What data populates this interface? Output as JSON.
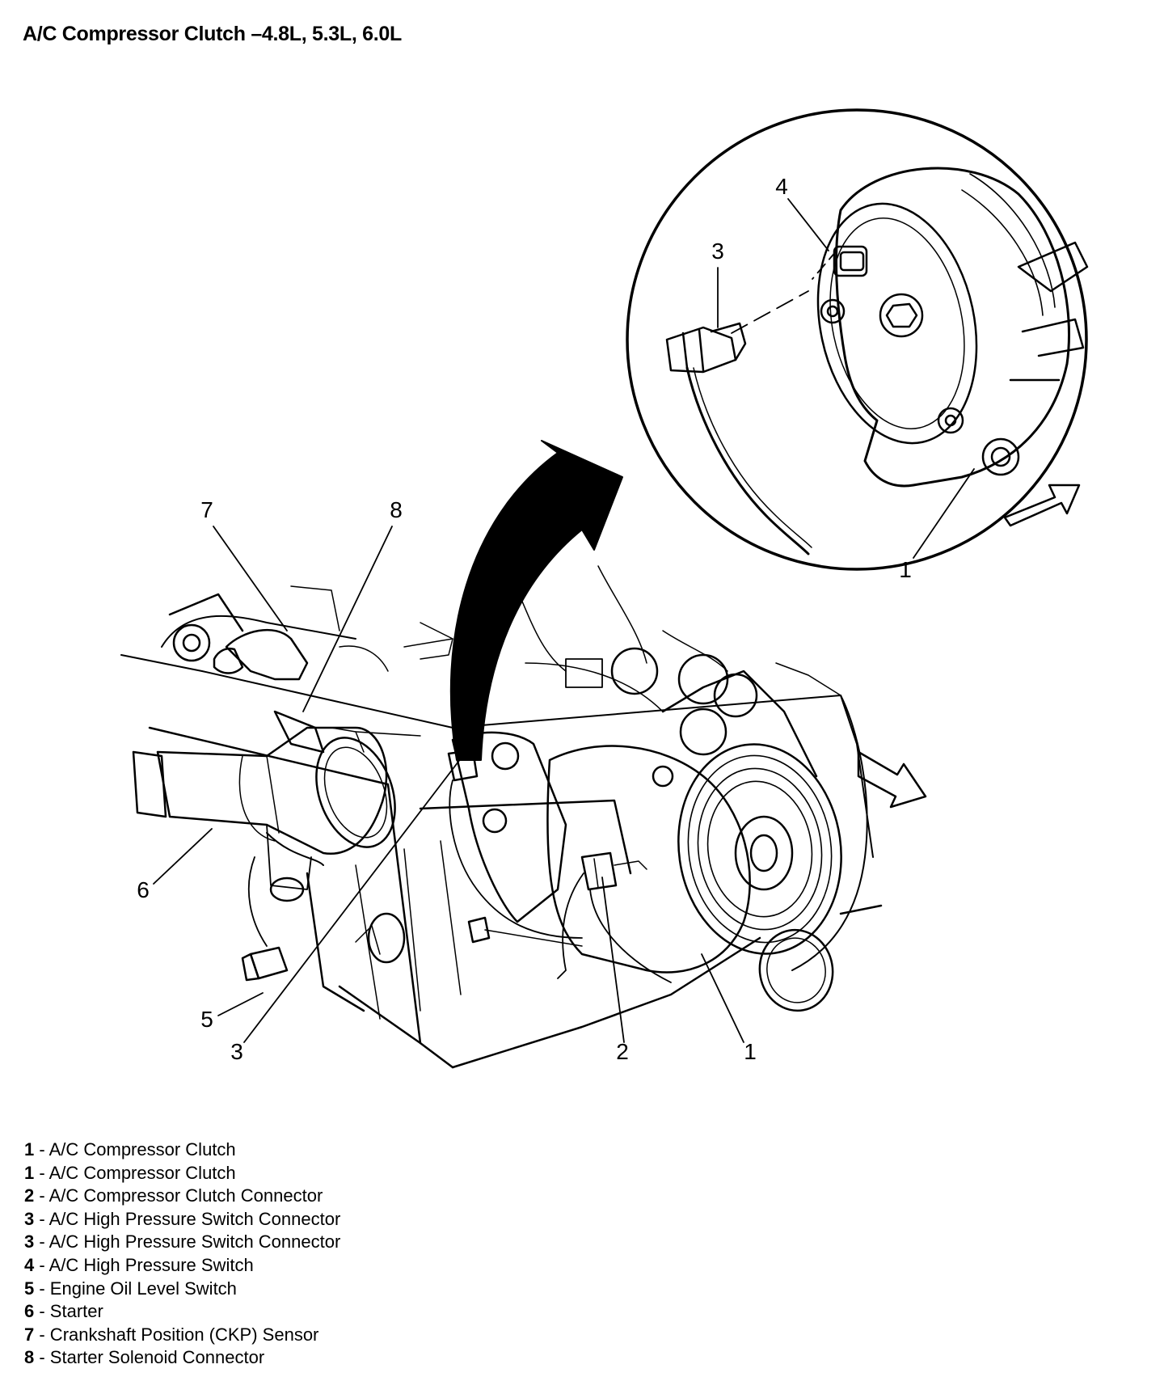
{
  "title": "A/C Compressor Clutch –4.8L, 5.3L, 6.0L",
  "callouts": {
    "c1_detail": "1",
    "c1_main": "1",
    "c2": "2",
    "c3_detail": "3",
    "c3_main": "3",
    "c4": "4",
    "c5": "5",
    "c6": "6",
    "c7": "7",
    "c8": "8"
  },
  "legend": [
    {
      "num": "1",
      "label": " - A/C Compressor Clutch"
    },
    {
      "num": "1",
      "label": " - A/C Compressor Clutch"
    },
    {
      "num": "2",
      "label": " - A/C Compressor Clutch Connector"
    },
    {
      "num": "3",
      "label": " - A/C High Pressure Switch Connector"
    },
    {
      "num": "3",
      "label": " - A/C High Pressure Switch Connector"
    },
    {
      "num": "4",
      "label": " - A/C High Pressure Switch"
    },
    {
      "num": "5",
      "label": " - Engine Oil Level Switch"
    },
    {
      "num": "6",
      "label": " - Starter"
    },
    {
      "num": "7",
      "label": " - Crankshaft Position (CKP) Sensor"
    },
    {
      "num": "8",
      "label": " - Starter Solenoid Connector"
    }
  ]
}
